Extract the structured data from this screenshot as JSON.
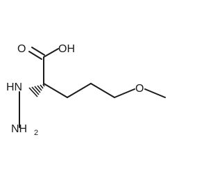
{
  "molecule": {
    "atoms": {
      "carbonyl_oxygen": "O",
      "hydroxyl": "OH",
      "hydrazine_nh": "HN",
      "amino": "NH",
      "amino_subscript": "2",
      "ether_oxygen": "O"
    }
  }
}
